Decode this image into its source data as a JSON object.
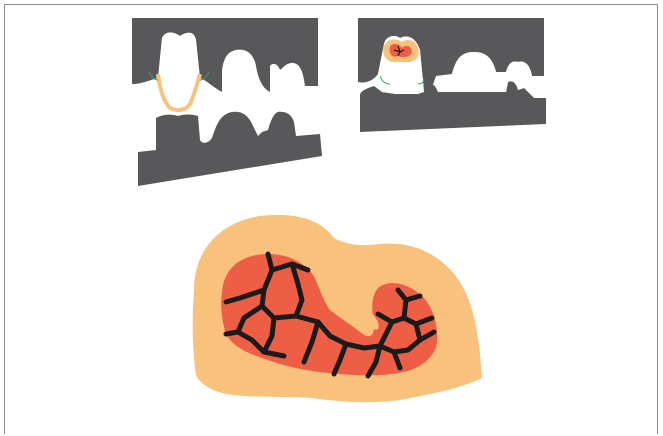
{
  "figure": {
    "panels": [
      {
        "name": "occlusion-view-left",
        "description_shown": false
      },
      {
        "name": "occlusion-view-right",
        "description_shown": false
      },
      {
        "name": "cracked-tooth-cross-section",
        "description_shown": false
      }
    ],
    "colors": {
      "gum_gray": "#58585a",
      "enamel_orange": "#f9c27c",
      "pulp_red": "#ee5e45",
      "crack_black": "#1b1b1b",
      "outline_green": "#37a05a",
      "background": "#ffffff",
      "frame": "#8c8c8c"
    }
  }
}
